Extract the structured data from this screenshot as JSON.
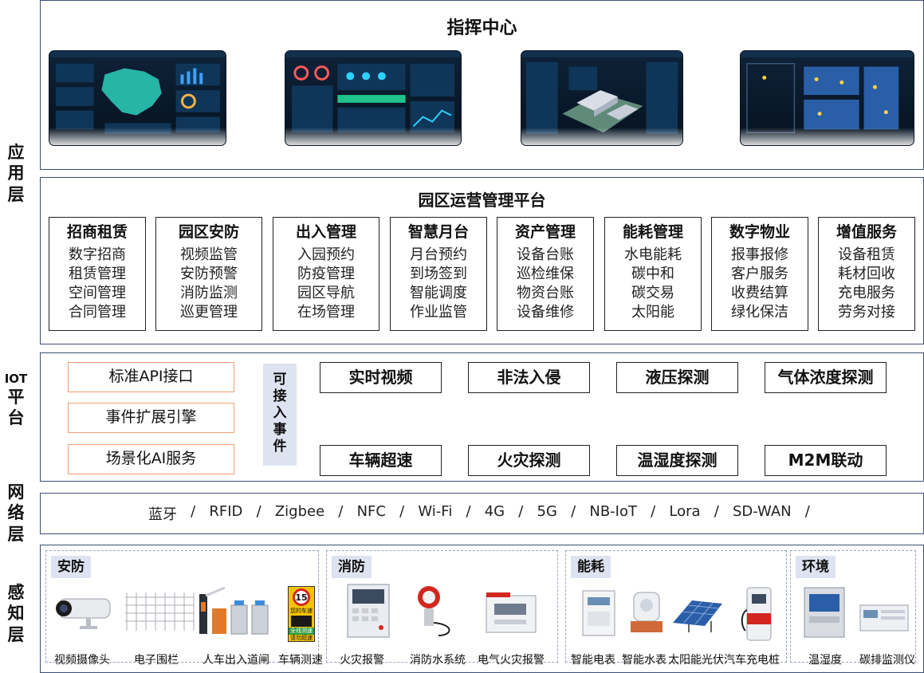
{
  "layers": {
    "app": "应用层",
    "iot": "IOT平台",
    "network": "网络层",
    "sensing": "感知层"
  },
  "command_center": {
    "title": "指挥中心",
    "screens": [
      "screen-1",
      "screen-2",
      "screen-3",
      "screen-4"
    ]
  },
  "platform": {
    "title": "园区运营管理平台",
    "modules": [
      {
        "title": "招商租赁",
        "items": [
          "数字招商",
          "租赁管理",
          "空间管理",
          "合同管理"
        ]
      },
      {
        "title": "园区安防",
        "items": [
          "视频监管",
          "安防预警",
          "消防监测",
          "巡更管理"
        ]
      },
      {
        "title": "出入管理",
        "items": [
          "入园预约",
          "防疫管理",
          "园区导航",
          "在场管理"
        ]
      },
      {
        "title": "智慧月台",
        "items": [
          "月台预约",
          "到场签到",
          "智能调度",
          "作业监管"
        ]
      },
      {
        "title": "资产管理",
        "items": [
          "设备台账",
          "巡检维保",
          "物资台账",
          "设备维修"
        ]
      },
      {
        "title": "能耗管理",
        "items": [
          "水电能耗",
          "碳中和",
          "碳交易",
          "太阳能"
        ]
      },
      {
        "title": "数字物业",
        "items": [
          "报事报修",
          "客户服务",
          "收费结算",
          "绿化保洁"
        ]
      },
      {
        "title": "增值服务",
        "items": [
          "设备租赁",
          "耗材回收",
          "充电服务",
          "劳务对接"
        ]
      }
    ]
  },
  "iot": {
    "services": [
      "标准API接口",
      "事件扩展引擎",
      "场景化AI服务"
    ],
    "connector": "可接入事件",
    "events_row1": [
      "实时视频",
      "非法入侵",
      "液压探测",
      "气体浓度探测"
    ],
    "events_row2": [
      "车辆超速",
      "火灾探测",
      "温湿度探测",
      "M2M联动"
    ]
  },
  "network": {
    "protocols": [
      "蓝牙",
      "RFID",
      "Zigbee",
      "NFC",
      "Wi-Fi",
      "4G",
      "5G",
      "NB-IoT",
      "Lora",
      "SD-WAN"
    ],
    "separator": "/"
  },
  "sensing": {
    "security": {
      "tag": "安防",
      "devices": [
        "视频摄像头",
        "电子围栏",
        "人车出入道闸",
        "车辆测速"
      ]
    },
    "fire": {
      "tag": "消防",
      "devices": [
        "火灾报警",
        "消防水系统",
        "电气火灾报警"
      ]
    },
    "energy": {
      "tag": "能耗",
      "devices": [
        "智能电表",
        "智能水表",
        "太阳能光伏",
        "汽车充电桩"
      ]
    },
    "environment": {
      "tag": "环境",
      "devices": [
        "温湿度",
        "碳排监测仪"
      ]
    }
  },
  "speed_sign": {
    "number": "15",
    "line1": "您的车速",
    "line2": "全线测速",
    "line3": "请勿超速"
  }
}
